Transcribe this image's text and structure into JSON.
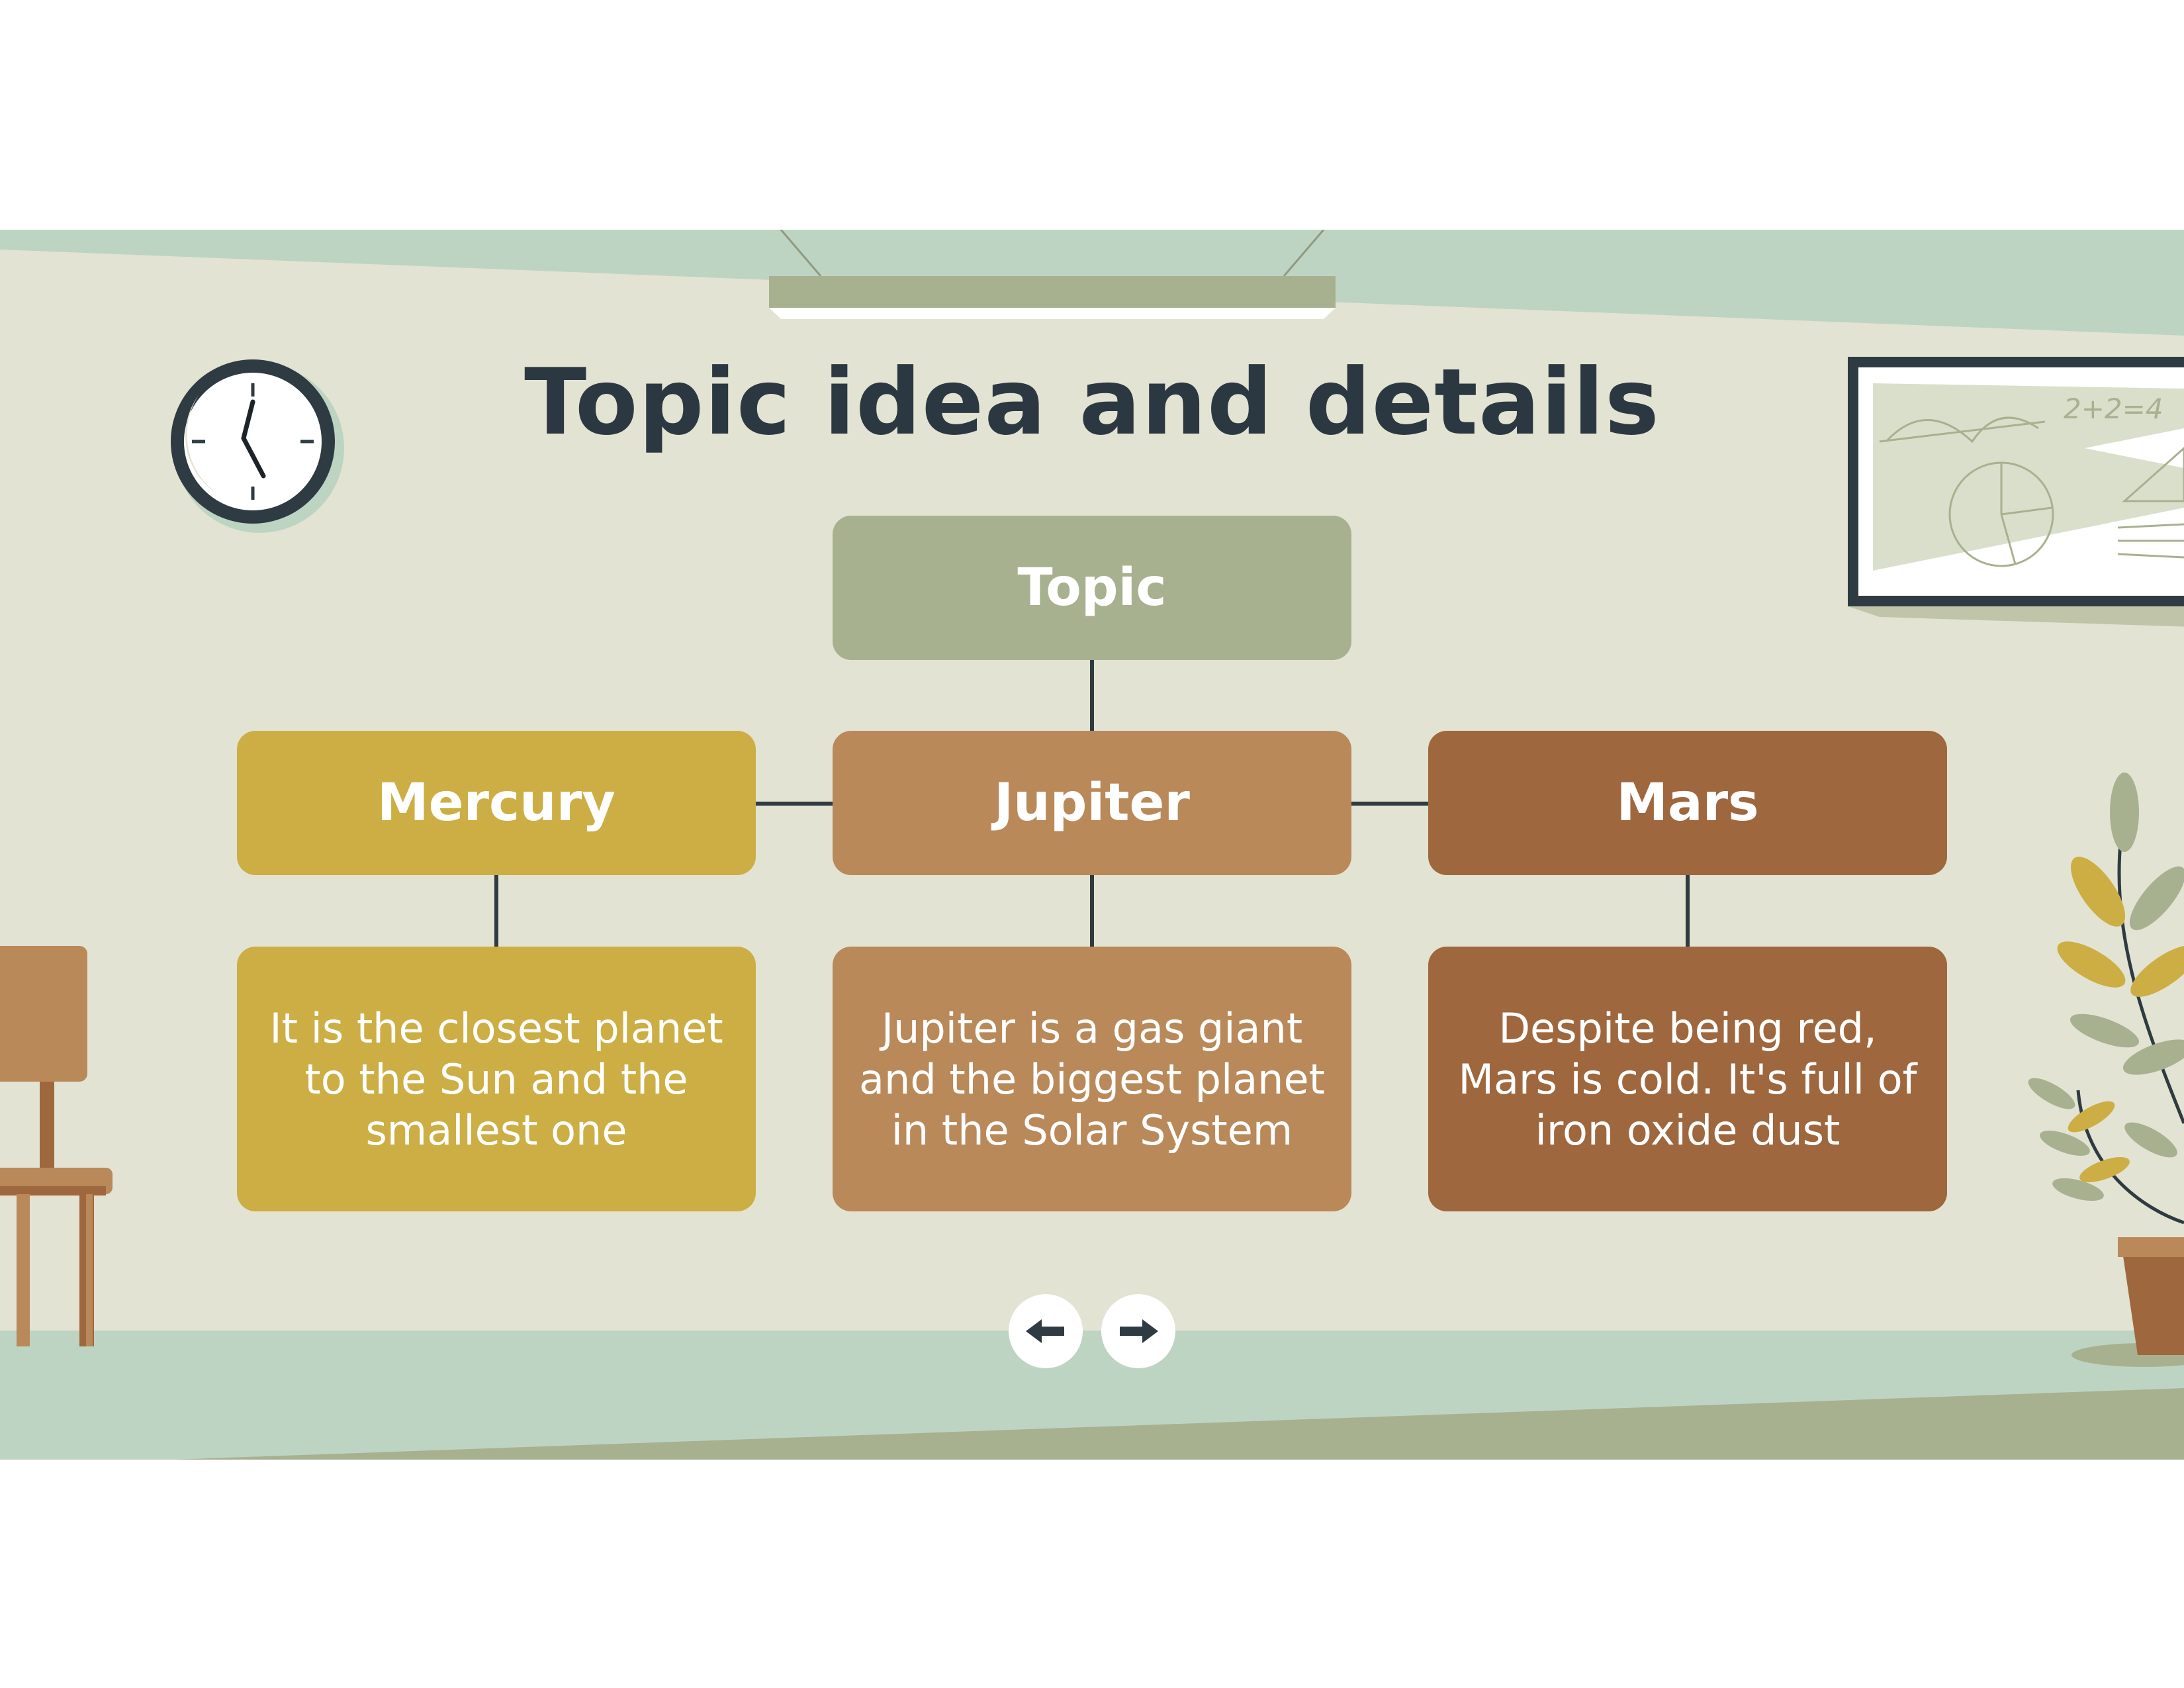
{
  "slide": {
    "title": "Topic idea and details",
    "topic": {
      "label": "Topic",
      "color": "#a8b18f"
    },
    "columns": [
      {
        "name": "Mercury",
        "description": "It is the closest planet\nto the Sun and the\nsmallest one",
        "color": "#ccae45"
      },
      {
        "name": "Jupiter",
        "description": "Jupiter is a gas giant\nand the biggest planet\nin the Solar System",
        "color": "#b98959"
      },
      {
        "name": "Mars",
        "description": "Despite being red,\nMars is cold. It's full of\niron oxide dust",
        "color": "#9e673e"
      }
    ],
    "whiteboard_text": "2+2=4"
  },
  "navigation": {
    "prev_icon": "arrow-left-icon",
    "next_icon": "arrow-right-icon"
  },
  "colors": {
    "wall": "#e3e3d3",
    "ceiling": "#bed4c3",
    "floor": "#bed4c3",
    "floor_dark": "#a8b18f",
    "text_dark": "#2c3841"
  }
}
